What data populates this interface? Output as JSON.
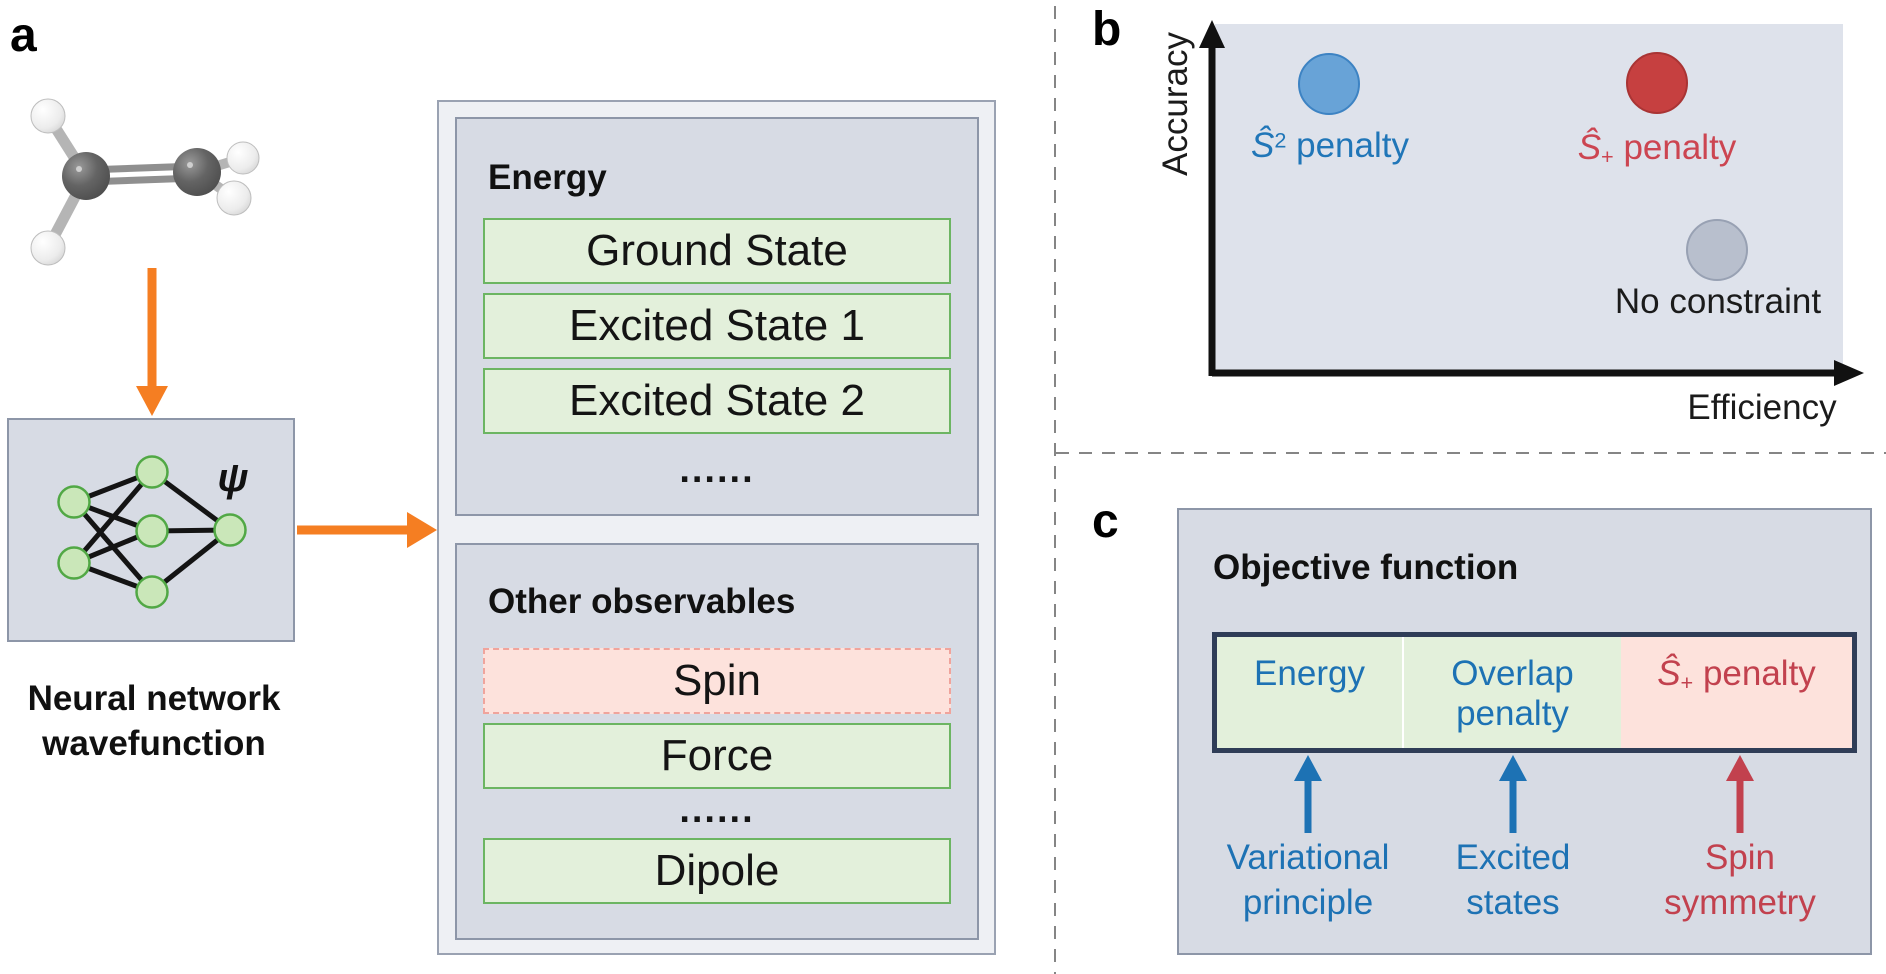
{
  "colors": {
    "orange_arrow": "#f57e22",
    "panel_fill": "#d7dbe4",
    "outer_fill": "#eef0f4",
    "green_row_fill": "#e3f0db",
    "green_row_border": "#6cb562",
    "pink_row_fill": "#fde2dc",
    "blue_circle": "#68a3d7",
    "red_circle": "#c64040",
    "gray_circle": "#b8bfcd",
    "blue_text": "#2076b8",
    "red_text": "#c2414e",
    "bar_border": "#2f3d57",
    "nn_node_fill": "#cae7b9",
    "nn_node_border": "#51a845"
  },
  "a": {
    "label": "a",
    "psi": "ψ",
    "caption": [
      "Neural network",
      "wavefunction"
    ],
    "energy": {
      "title": "Energy",
      "rows": [
        "Ground State",
        "Excited State 1",
        "Excited State 2"
      ],
      "dots": "......"
    },
    "observables": {
      "title": "Other observables",
      "spin": "Spin",
      "force": "Force",
      "dots": "......",
      "dipole": "Dipole"
    }
  },
  "b": {
    "label": "b",
    "ylabel": "Accuracy",
    "xlabel": "Efficiency",
    "s2": {
      "s": "Ŝ",
      "sup": "2",
      "rest": " penalty"
    },
    "splus": {
      "s": "Ŝ",
      "sub": "+",
      "rest": " penalty"
    },
    "noconstraint": "No constraint"
  },
  "c": {
    "label": "c",
    "title": "Objective function",
    "segments": {
      "energy": "Energy",
      "overlap": [
        "Overlap",
        "penalty"
      ],
      "splus": {
        "s": "Ŝ",
        "sub": "+",
        "rest": " penalty"
      }
    },
    "annotations": [
      [
        "Variational",
        "principle"
      ],
      [
        "Excited",
        "states"
      ],
      [
        "Spin",
        "symmetry"
      ]
    ]
  }
}
